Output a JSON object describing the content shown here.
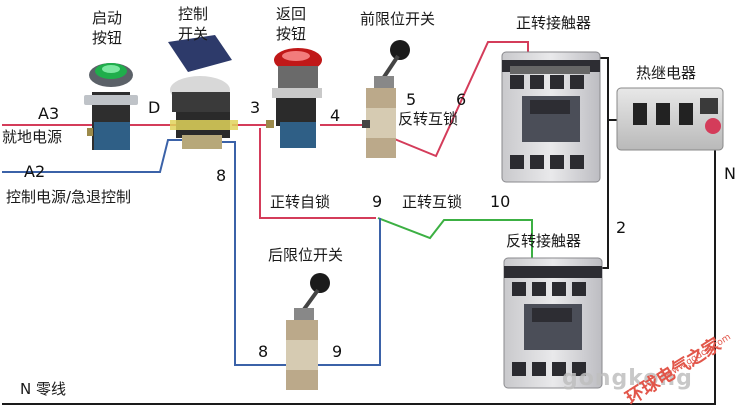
{
  "labels": {
    "start_button": "启动\n按钮",
    "control_switch": "控制\n开关",
    "reset_button": "返回\n按钮",
    "front_limit_switch": "前限位开关",
    "forward_contactor": "正转接触器",
    "thermal_relay": "热继电器",
    "reverse_contactor": "反转接触器",
    "rear_limit_switch": "后限位开关",
    "forward_self_lock": "正转自锁",
    "forward_interlock": "正转互锁",
    "reverse_interlock": "反转互锁",
    "local_power": "就地电源",
    "control_power": "控制电源/急退控制",
    "neutral_line": "N 零线"
  },
  "nodes": {
    "a3": "A3",
    "a2": "A2",
    "d": "D",
    "n3": "3",
    "n4": "4",
    "n5": "5",
    "n6": "6",
    "n8_top": "8",
    "n9_mid": "9",
    "n10": "10",
    "n2": "2",
    "n_right": "N",
    "n8_bottom": "8",
    "n9_bottom": "9"
  },
  "watermark": {
    "brand": "gongkong",
    "site_cn": "环球电气之家",
    "site_url": "www.qqdcw.com"
  },
  "colors": {
    "wire_red": "#d43c5a",
    "wire_blue": "#3b62a8",
    "wire_green": "#3cb043",
    "wire_black": "#1a1a1a"
  }
}
